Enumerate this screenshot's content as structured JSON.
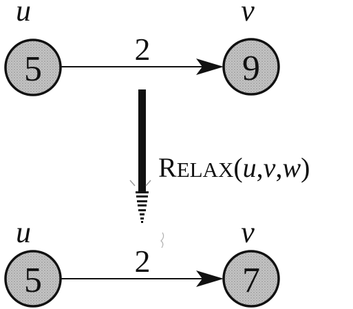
{
  "diagram": {
    "before": {
      "u": {
        "name": "u",
        "value": "5"
      },
      "v": {
        "name": "v",
        "value": "9"
      },
      "weight": "2"
    },
    "after": {
      "u": {
        "name": "u",
        "value": "5"
      },
      "v": {
        "name": "v",
        "value": "7"
      },
      "weight": "2"
    },
    "operation": {
      "initial": "R",
      "small_caps": "ELAX",
      "open": "(",
      "arg1": "u",
      "sep1": ",",
      "arg2": "v",
      "sep2": ",",
      "arg3": "w",
      "close": ")"
    }
  },
  "colors": {
    "node_fill": "#bdbdbd",
    "ink": "#111111"
  }
}
